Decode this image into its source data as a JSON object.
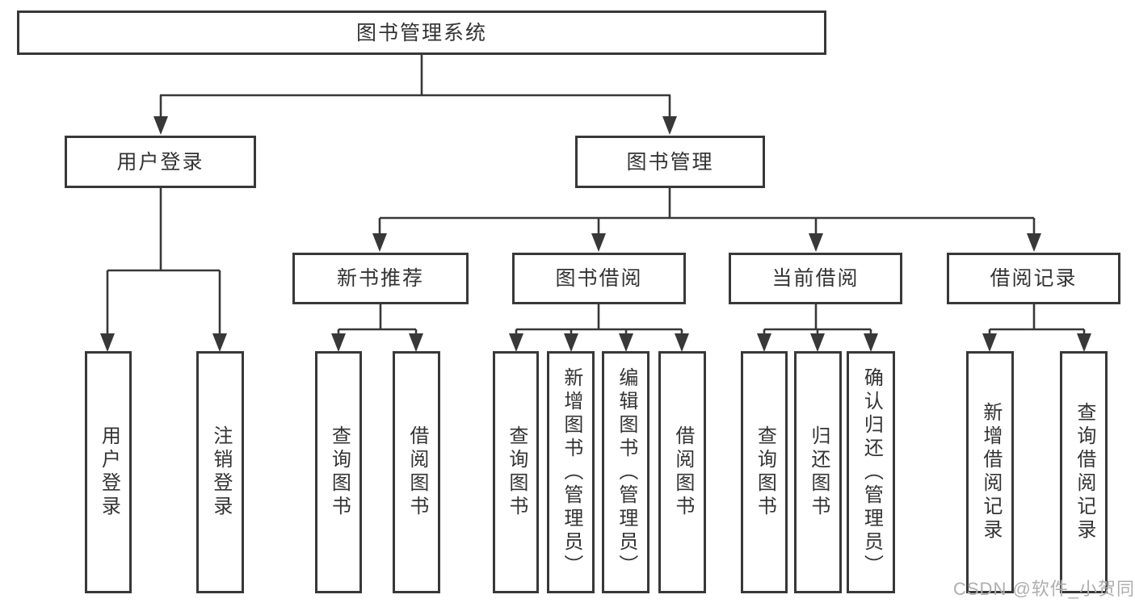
{
  "diagram_title": "图书管理系统",
  "colors": {
    "line": "#383838",
    "box_border": "#383838",
    "text": "#333333",
    "background": "#ffffff",
    "watermark": "#aeaeae"
  },
  "nodes": {
    "root": {
      "label": "图书管理系统"
    },
    "user_login": {
      "label": "用户登录"
    },
    "book_manage": {
      "label": "图书管理"
    },
    "new_book": {
      "label": "新书推荐"
    },
    "book_borrow": {
      "label": "图书借阅"
    },
    "current_borrow": {
      "label": "当前借阅"
    },
    "borrow_record": {
      "label": "借阅记录"
    },
    "leaf_user_login": {
      "label": "用户登录"
    },
    "leaf_logout": {
      "label": "注销登录"
    },
    "leaf_nb_query": {
      "label": "查询图书"
    },
    "leaf_nb_borrow": {
      "label": "借阅图书"
    },
    "leaf_bb_query": {
      "label": "查询图书"
    },
    "leaf_bb_add": {
      "label": "新增图书（管理员）"
    },
    "leaf_bb_edit": {
      "label": "编辑图书（管理员）"
    },
    "leaf_bb_borrow": {
      "label": "借阅图书"
    },
    "leaf_cb_query": {
      "label": "查询图书"
    },
    "leaf_cb_return": {
      "label": "归还图书"
    },
    "leaf_cb_confirm": {
      "label": "确认归还（管理员）"
    },
    "leaf_br_add": {
      "label": "新增借阅记录"
    },
    "leaf_br_query": {
      "label": "查询借阅记录"
    }
  },
  "hierarchy": {
    "图书管理系统": {
      "用户登录": [
        "用户登录",
        "注销登录"
      ],
      "图书管理": {
        "新书推荐": [
          "查询图书",
          "借阅图书"
        ],
        "图书借阅": [
          "查询图书",
          "新增图书（管理员）",
          "编辑图书（管理员）",
          "借阅图书"
        ],
        "当前借阅": [
          "查询图书",
          "归还图书",
          "确认归还（管理员）"
        ],
        "借阅记录": [
          "新增借阅记录",
          "查询借阅记录"
        ]
      }
    }
  },
  "watermark": {
    "text": "CSDN @软件_小贺同学"
  }
}
